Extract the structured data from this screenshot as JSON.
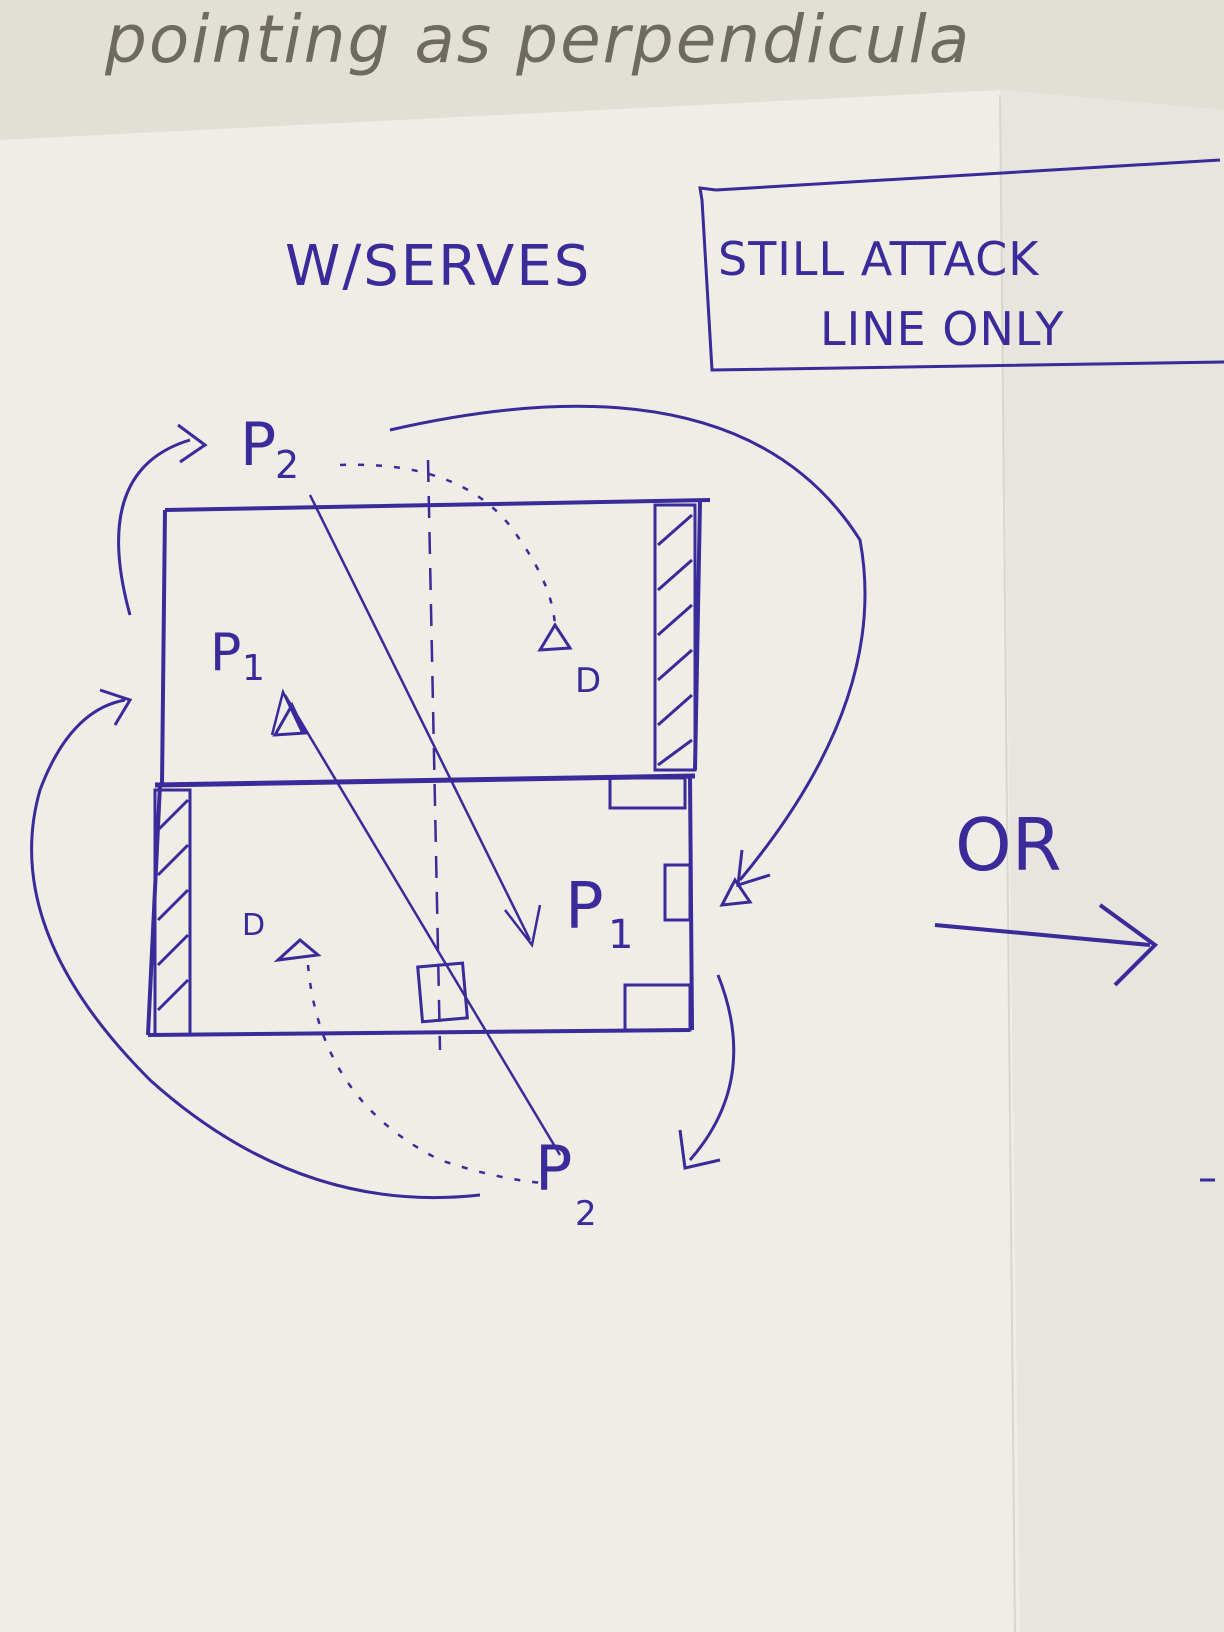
{
  "top_note": {
    "text": "pointing as perpendicula"
  },
  "heading": {
    "text": "W/SERVES"
  },
  "boxed_note": {
    "line1": "STILL ATTACK",
    "line2": "LINE ONLY"
  },
  "labels": {
    "p2_top": "P",
    "p2_top_sub": "2",
    "p1_left": "P",
    "p1_left_sub": "1",
    "d_top": "D",
    "d_bottom": "D",
    "p1_right": "P",
    "p1_right_sub": "1",
    "p2_bottom": "P",
    "p2_bottom_sub": "2",
    "or": "OR"
  },
  "colors": {
    "ink": "#3a2a9a",
    "pencil": "#6e6a62",
    "paper": "#efede6",
    "paper_top": "#e4e1d8",
    "background": "#e6e4dc"
  }
}
